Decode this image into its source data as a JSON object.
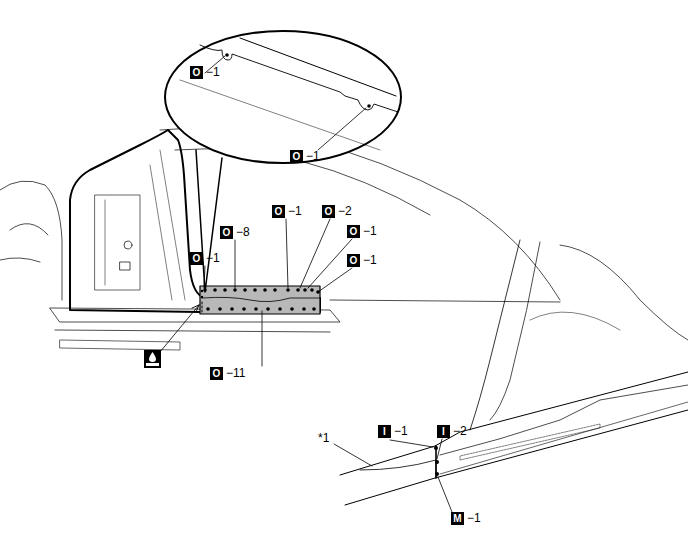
{
  "diagram": {
    "labels": [
      "O",
      "−1",
      "O",
      "−1",
      "O",
      "−8",
      "O",
      "−1",
      "O",
      "−2",
      "O",
      "−1",
      "O",
      "−1",
      "O",
      "−1",
      "O",
      "−11",
      "*1",
      "I",
      "−1",
      "I",
      "−2",
      "M",
      "−1"
    ]
  }
}
